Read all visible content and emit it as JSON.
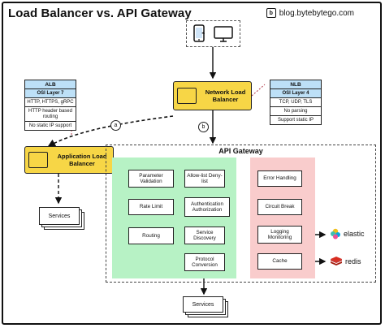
{
  "title": "Load Balancer vs. API Gateway",
  "brand": "blog.bytebytego.com",
  "alb_card": {
    "header": "ALB",
    "rows": [
      "OSI Layer 7",
      "HTTP, HTTPS, gRPC",
      "HTTP header based routing",
      "No static IP support"
    ]
  },
  "nlb_card": {
    "header": "NLB",
    "rows": [
      "OSI Layer 4",
      "TCP, UDP, TLS",
      "No parsing",
      "Support static IP"
    ]
  },
  "network_lb": "Network Load Balancer",
  "application_lb": "Application Load Balancer",
  "labels": {
    "a": "a",
    "b": "b"
  },
  "gateway": {
    "title": "API Gateway",
    "green": {
      "param_validation": "Parameter Validation",
      "allow_deny": "Allow-list Deny-list",
      "auth": "Authentication Authorization",
      "rate_limit": "Rate Limit",
      "routing": "Routing",
      "service_discovery": "Service Discovery",
      "protocol_conversion": "Protocol Conversion"
    },
    "pink": {
      "error_handling": "Error Handling",
      "circuit_break": "Circuit Break",
      "logging": "Logging Monitoring",
      "cache": "Cache"
    }
  },
  "services_left": "Services",
  "services_bottom": "Services",
  "externals": {
    "elastic": "elastic",
    "redis": "redis"
  },
  "icons": {
    "clients": [
      "mobile-phone-icon",
      "desktop-monitor-icon"
    ],
    "brand": "bytebytego-logo-icon"
  },
  "colors": {
    "yellow": "#f7d646",
    "blue_header": "#bde0f7",
    "green_zone": "#b7f2c5",
    "pink_zone": "#f9cccc",
    "dashed_arrow": "#b23a48"
  }
}
